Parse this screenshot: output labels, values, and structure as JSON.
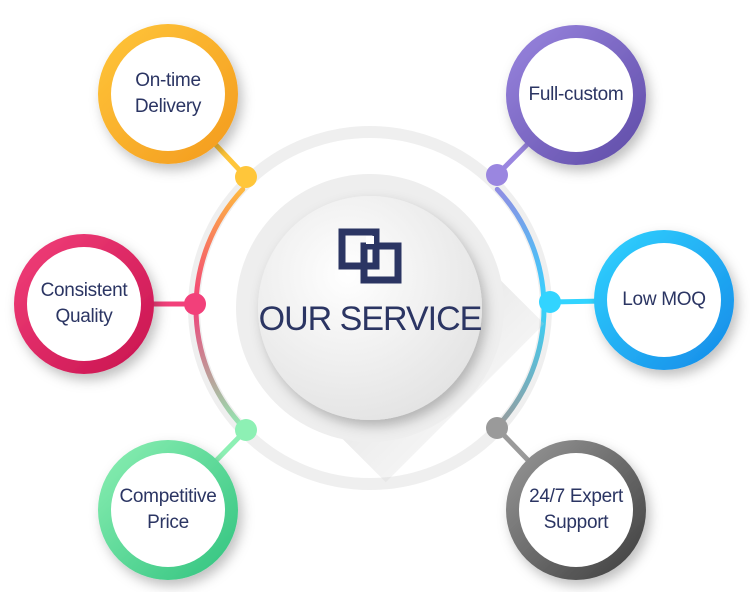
{
  "center": {
    "title": "OUR SERVICE",
    "icon": "interlocking-squares-icon",
    "icon_color": "#2b3563"
  },
  "text_color": "#2b3563",
  "services": [
    {
      "id": "on-time-delivery",
      "label": "On-time\nDelivery",
      "side": "left",
      "color": "#f39a1e",
      "color_light": "#ffc63a"
    },
    {
      "id": "consistent-quality",
      "label": "Consistent\nQuality",
      "side": "left",
      "color": "#c8124f",
      "color_light": "#f2407a"
    },
    {
      "id": "competitive-price",
      "label": "Competitive\nPrice",
      "side": "left",
      "color": "#2fc27e",
      "color_light": "#8df0b4"
    },
    {
      "id": "full-custom",
      "label": "Full-custom",
      "side": "right",
      "color": "#5d4aa6",
      "color_light": "#9a86e0"
    },
    {
      "id": "low-moq",
      "label": "Low MOQ",
      "side": "right",
      "color": "#1489e8",
      "color_light": "#32d4ff"
    },
    {
      "id": "support",
      "label": "24/7 Expert\nSupport",
      "side": "right",
      "color": "#3c3c3c",
      "color_light": "#9a9a9a"
    }
  ]
}
